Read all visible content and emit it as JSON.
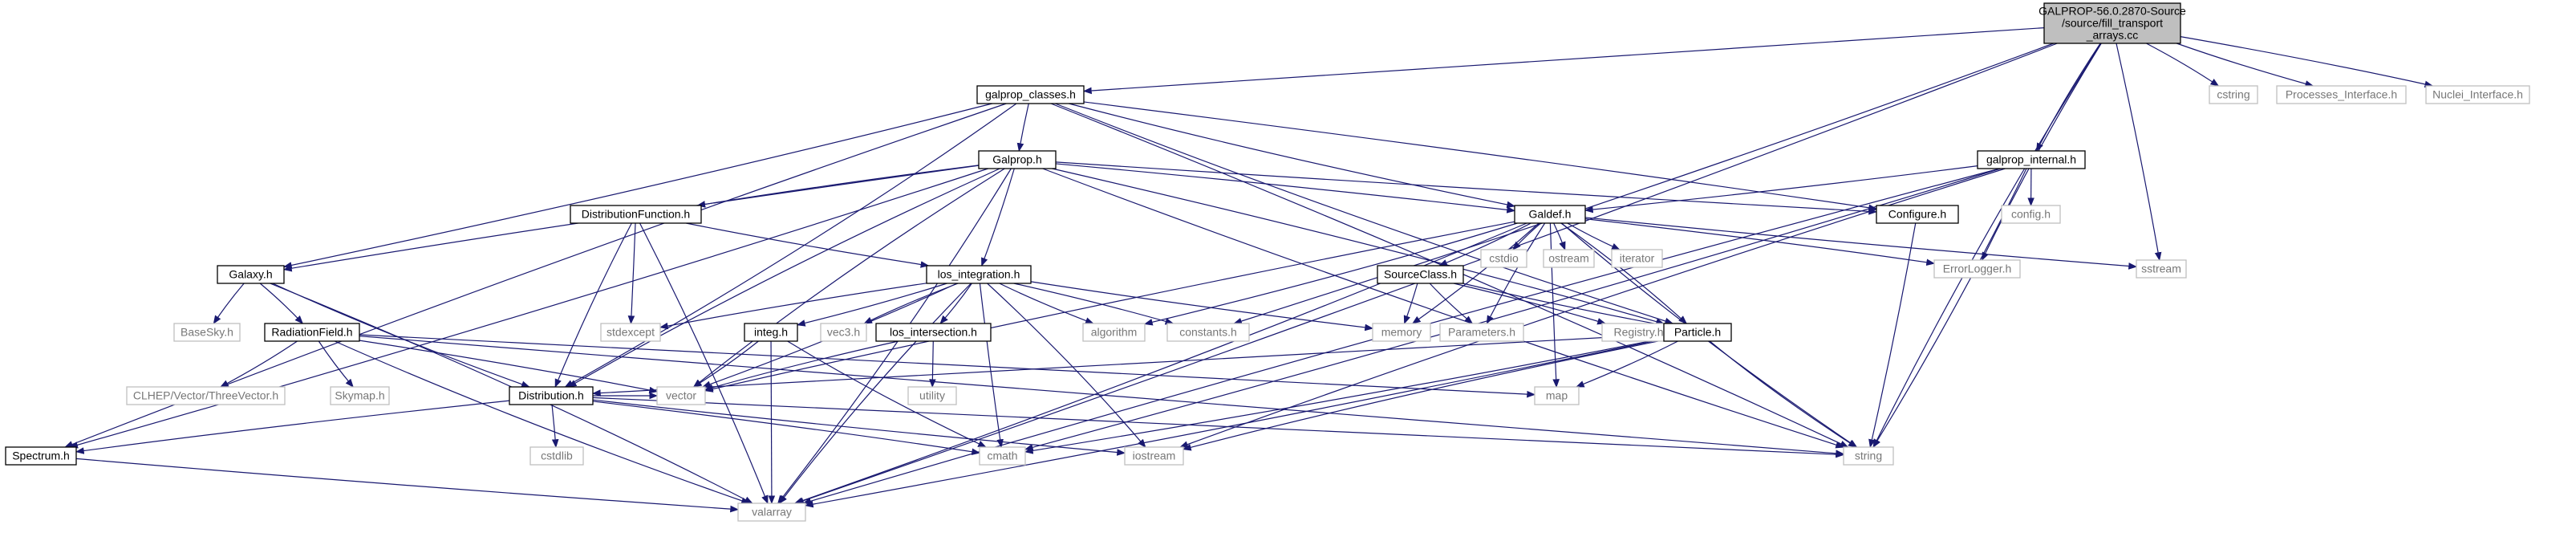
{
  "colors": {
    "edge": "#191970",
    "root_fill": "#bfbfbf",
    "root_stroke": "#000000",
    "documented_stroke": "#000000",
    "external_stroke": "#bfbfbf",
    "text_documented": "#000000",
    "text_external": "#777777"
  },
  "nodes": [
    {
      "id": "root",
      "lines": [
        "GALPROP-56.0.2870-Source",
        "/source/fill_transport",
        "_arrays.cc"
      ],
      "kind": "root"
    },
    {
      "id": "galprop_classes",
      "lines": [
        "galprop_classes.h"
      ],
      "kind": "doc"
    },
    {
      "id": "cstring",
      "lines": [
        "cstring"
      ],
      "kind": "ext"
    },
    {
      "id": "processes_interface",
      "lines": [
        "Processes_Interface.h"
      ],
      "kind": "ext"
    },
    {
      "id": "nuclei_interface",
      "lines": [
        "Nuclei_Interface.h"
      ],
      "kind": "ext"
    },
    {
      "id": "galprop",
      "lines": [
        "Galprop.h"
      ],
      "kind": "doc"
    },
    {
      "id": "galprop_internal",
      "lines": [
        "galprop_internal.h"
      ],
      "kind": "doc"
    },
    {
      "id": "configure",
      "lines": [
        "Configure.h"
      ],
      "kind": "doc"
    },
    {
      "id": "config",
      "lines": [
        "config.h"
      ],
      "kind": "ext"
    },
    {
      "id": "distributionfunction",
      "lines": [
        "DistributionFunction.h"
      ],
      "kind": "doc"
    },
    {
      "id": "galdef",
      "lines": [
        "Galdef.h"
      ],
      "kind": "doc"
    },
    {
      "id": "galaxy",
      "lines": [
        "Galaxy.h"
      ],
      "kind": "doc"
    },
    {
      "id": "los_integration",
      "lines": [
        "los_integration.h"
      ],
      "kind": "doc"
    },
    {
      "id": "cstdio",
      "lines": [
        "cstdio"
      ],
      "kind": "ext"
    },
    {
      "id": "ostream",
      "lines": [
        "ostream"
      ],
      "kind": "ext"
    },
    {
      "id": "iterator",
      "lines": [
        "iterator"
      ],
      "kind": "ext"
    },
    {
      "id": "errorlogger",
      "lines": [
        "ErrorLogger.h"
      ],
      "kind": "ext"
    },
    {
      "id": "sstream",
      "lines": [
        "sstream"
      ],
      "kind": "ext"
    },
    {
      "id": "sourceclass",
      "lines": [
        "SourceClass.h"
      ],
      "kind": "doc"
    },
    {
      "id": "basesky",
      "lines": [
        "BaseSky.h"
      ],
      "kind": "ext"
    },
    {
      "id": "radiationfield",
      "lines": [
        "RadiationField.h"
      ],
      "kind": "doc"
    },
    {
      "id": "stdexcept",
      "lines": [
        "stdexcept"
      ],
      "kind": "ext"
    },
    {
      "id": "integ",
      "lines": [
        "integ.h"
      ],
      "kind": "doc"
    },
    {
      "id": "vec3",
      "lines": [
        "vec3.h"
      ],
      "kind": "ext"
    },
    {
      "id": "los_intersection",
      "lines": [
        "los_intersection.h"
      ],
      "kind": "doc"
    },
    {
      "id": "algorithm",
      "lines": [
        "algorithm"
      ],
      "kind": "ext"
    },
    {
      "id": "constants",
      "lines": [
        "constants.h"
      ],
      "kind": "ext"
    },
    {
      "id": "memory",
      "lines": [
        "memory"
      ],
      "kind": "ext"
    },
    {
      "id": "parameters",
      "lines": [
        "Parameters.h"
      ],
      "kind": "ext"
    },
    {
      "id": "registry",
      "lines": [
        "Registry.h"
      ],
      "kind": "ext"
    },
    {
      "id": "particle",
      "lines": [
        "Particle.h"
      ],
      "kind": "doc"
    },
    {
      "id": "clhep",
      "lines": [
        "CLHEP/Vector/ThreeVector.h"
      ],
      "kind": "ext"
    },
    {
      "id": "skymap",
      "lines": [
        "Skymap.h"
      ],
      "kind": "ext"
    },
    {
      "id": "vector",
      "lines": [
        "vector"
      ],
      "kind": "ext"
    },
    {
      "id": "utility",
      "lines": [
        "utility"
      ],
      "kind": "ext"
    },
    {
      "id": "map",
      "lines": [
        "map"
      ],
      "kind": "ext"
    },
    {
      "id": "distribution",
      "lines": [
        "Distribution.h"
      ],
      "kind": "doc"
    },
    {
      "id": "cstdlib",
      "lines": [
        "cstdlib"
      ],
      "kind": "ext"
    },
    {
      "id": "spectrum",
      "lines": [
        "Spectrum.h"
      ],
      "kind": "doc"
    },
    {
      "id": "cmath",
      "lines": [
        "cmath"
      ],
      "kind": "ext"
    },
    {
      "id": "iostream",
      "lines": [
        "iostream"
      ],
      "kind": "ext"
    },
    {
      "id": "string",
      "lines": [
        "string"
      ],
      "kind": "ext"
    },
    {
      "id": "valarray",
      "lines": [
        "valarray"
      ],
      "kind": "ext"
    }
  ],
  "edges": [
    [
      "root",
      "galprop_classes"
    ],
    [
      "root",
      "cstring"
    ],
    [
      "root",
      "processes_interface"
    ],
    [
      "root",
      "nuclei_interface"
    ],
    [
      "root",
      "galprop_internal"
    ],
    [
      "root",
      "constants"
    ],
    [
      "root",
      "errorlogger"
    ],
    [
      "root",
      "sstream"
    ],
    [
      "root",
      "string"
    ],
    [
      "root",
      "valarray"
    ],
    [
      "galprop_classes",
      "galprop"
    ],
    [
      "galprop_classes",
      "galaxy"
    ],
    [
      "galprop_classes",
      "spectrum"
    ],
    [
      "galprop_classes",
      "distribution"
    ],
    [
      "galprop_classes",
      "galdef"
    ],
    [
      "galprop_classes",
      "configure"
    ],
    [
      "galprop_classes",
      "particle"
    ],
    [
      "galprop_classes",
      "string"
    ],
    [
      "galprop",
      "galaxy"
    ],
    [
      "galprop",
      "spectrum"
    ],
    [
      "galprop",
      "distributionfunction"
    ],
    [
      "galprop",
      "galdef"
    ],
    [
      "galprop",
      "configure"
    ],
    [
      "galprop",
      "los_integration"
    ],
    [
      "galprop",
      "distribution"
    ],
    [
      "galprop",
      "particle"
    ],
    [
      "galprop",
      "vector"
    ],
    [
      "galprop",
      "valarray"
    ],
    [
      "galprop",
      "string"
    ],
    [
      "galprop_internal",
      "galdef"
    ],
    [
      "galprop_internal",
      "config"
    ],
    [
      "galprop_internal",
      "cmath"
    ],
    [
      "galprop_internal",
      "iostream"
    ],
    [
      "galprop_internal",
      "string"
    ],
    [
      "galprop_internal",
      "valarray"
    ],
    [
      "configure",
      "string"
    ],
    [
      "distributionfunction",
      "los_integration"
    ],
    [
      "distributionfunction",
      "stdexcept"
    ],
    [
      "distributionfunction",
      "distribution"
    ],
    [
      "distributionfunction",
      "valarray"
    ],
    [
      "galdef",
      "vector"
    ],
    [
      "galdef",
      "sourceclass"
    ],
    [
      "galdef",
      "cstdio"
    ],
    [
      "galdef",
      "ostream"
    ],
    [
      "galdef",
      "iterator"
    ],
    [
      "galdef",
      "errorlogger"
    ],
    [
      "galdef",
      "sstream"
    ],
    [
      "galdef",
      "memory"
    ],
    [
      "galdef",
      "parameters"
    ],
    [
      "galdef",
      "algorithm"
    ],
    [
      "galdef",
      "map"
    ],
    [
      "galdef",
      "particle"
    ],
    [
      "galdef",
      "string"
    ],
    [
      "galdef",
      "valarray"
    ],
    [
      "galaxy",
      "basesky"
    ],
    [
      "galaxy",
      "radiationfield"
    ],
    [
      "galaxy",
      "distribution"
    ],
    [
      "galaxy",
      "valarray"
    ],
    [
      "los_integration",
      "stdexcept"
    ],
    [
      "los_integration",
      "integ"
    ],
    [
      "los_integration",
      "vec3"
    ],
    [
      "los_integration",
      "los_intersection"
    ],
    [
      "los_integration",
      "algorithm"
    ],
    [
      "los_integration",
      "constants"
    ],
    [
      "los_integration",
      "memory"
    ],
    [
      "los_integration",
      "vector"
    ],
    [
      "los_integration",
      "cmath"
    ],
    [
      "los_integration",
      "iostream"
    ],
    [
      "los_integration",
      "valarray"
    ],
    [
      "sourceclass",
      "memory"
    ],
    [
      "sourceclass",
      "parameters"
    ],
    [
      "sourceclass",
      "registry"
    ],
    [
      "sourceclass",
      "particle"
    ],
    [
      "radiationfield",
      "clhep"
    ],
    [
      "radiationfield",
      "skymap"
    ],
    [
      "radiationfield",
      "vector"
    ],
    [
      "radiationfield",
      "map"
    ],
    [
      "radiationfield",
      "string"
    ],
    [
      "radiationfield",
      "valarray"
    ],
    [
      "integ",
      "vector"
    ],
    [
      "integ",
      "cmath"
    ],
    [
      "integ",
      "valarray"
    ],
    [
      "los_intersection",
      "vector"
    ],
    [
      "los_intersection",
      "utility"
    ],
    [
      "particle",
      "distribution"
    ],
    [
      "particle",
      "map"
    ],
    [
      "particle",
      "string"
    ],
    [
      "particle",
      "cmath"
    ],
    [
      "particle",
      "iostream"
    ],
    [
      "particle",
      "valarray"
    ],
    [
      "distribution",
      "vector"
    ],
    [
      "distribution",
      "cstdlib"
    ],
    [
      "distribution",
      "spectrum"
    ],
    [
      "distribution",
      "cmath"
    ],
    [
      "distribution",
      "iostream"
    ],
    [
      "distribution",
      "string"
    ],
    [
      "spectrum",
      "valarray"
    ]
  ]
}
